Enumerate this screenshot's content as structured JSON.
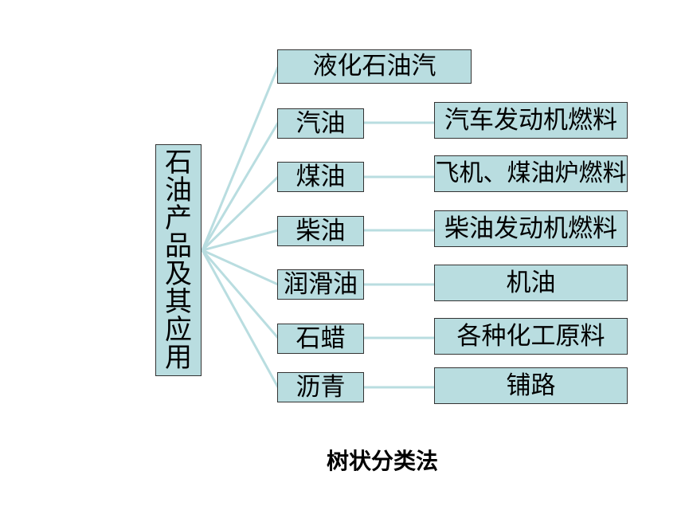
{
  "root": {
    "label": "石油产品及其应用"
  },
  "products": [
    {
      "name": "液化石油汽",
      "use": ""
    },
    {
      "name": "汽油",
      "use": "汽车发动机燃料"
    },
    {
      "name": "煤油",
      "use": "飞机、煤油炉燃料"
    },
    {
      "name": "柴油",
      "use": "柴油发动机燃料"
    },
    {
      "name": "润滑油",
      "use": "机油"
    },
    {
      "name": "石蜡",
      "use": "各种化工原料"
    },
    {
      "name": "沥青",
      "use": "铺路"
    }
  ],
  "caption": "树状分类法",
  "colors": {
    "box_fill": "#b9dde0",
    "connector": "#b9dde0",
    "border": "#333333"
  }
}
